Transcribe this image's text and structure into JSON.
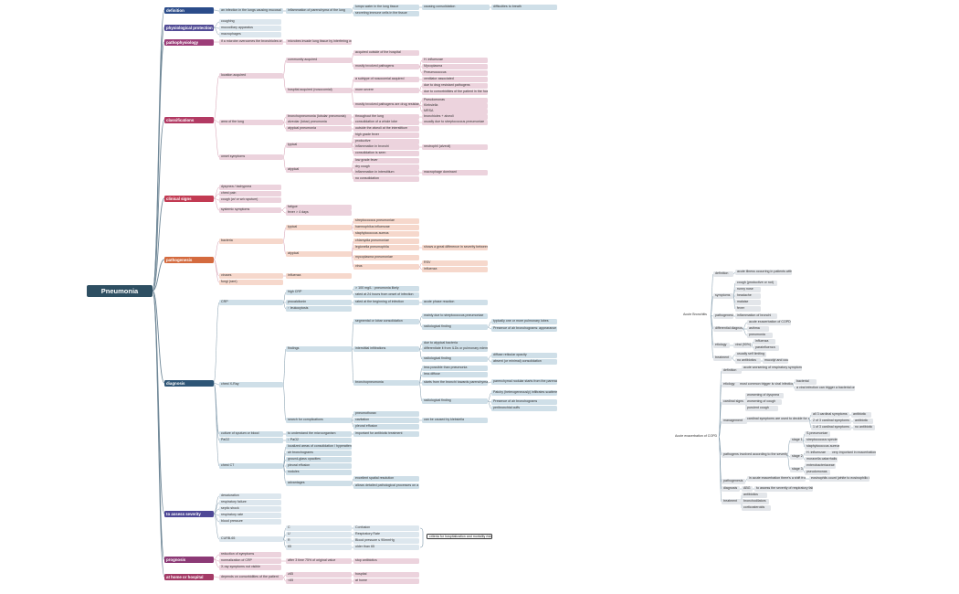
{
  "root": "Pneumonia",
  "colors": {
    "pink": "#ecd3dd",
    "blue": "#cfdfe8",
    "lblue": "#dde7ee",
    "peach": "#f6d8cc",
    "grey": "#e3e6ea",
    "wire": "#7f99ab"
  },
  "sections": {
    "definition": {
      "label": "definition",
      "color": "#2b4c8a"
    },
    "physiological_protection": {
      "label": "physiological protection",
      "color": "#524c96"
    },
    "pathophysiology": {
      "label": "pathophysiology",
      "color": "#9c3d78"
    },
    "classifications": {
      "label": "classifications",
      "color": "#b23a63"
    },
    "clinical_signs": {
      "label": "clinical signs",
      "color": "#c23a52"
    },
    "pathogenesis": {
      "label": "pathogenesis",
      "color": "#d46a3e"
    },
    "diagnosis": {
      "label": "diagnosis",
      "color": "#2e5576"
    },
    "to_assess_severity": {
      "label": "to assess severity",
      "color": "#4e4896"
    },
    "prognosis": {
      "label": "prognosis",
      "color": "#8c3a76"
    },
    "at_home_or_hospital": {
      "label": "at home or hospital",
      "color": "#a43a66"
    }
  },
  "text": {
    "def_a": "an infection in the lungs causing mucosal",
    "def_b": "inflammation of parenchyma of the lung",
    "def_c1": "lumps water in the lung tissue",
    "def_c2": "secreting immune cells in the tissue",
    "def_d": "causing consolidation",
    "def_e": "difficulties to breath",
    "pp1": "coughing",
    "pp2": "mucociliary apparatus",
    "pp3": "macrophages",
    "pat1": "if a microbe overcomes the bronchioles or alveoli",
    "pat2": "microbes invade lung tissue by interfering with protective mechanisms",
    "cls_acq": "location acquired",
    "cls_comm": "community acquired",
    "cls_comm1": "acquired outside of the hospital",
    "cls_comm2": "mostly involved pathogens",
    "cls_comm2a": "H. influenzae",
    "cls_comm2b": "Mycoplasma",
    "cls_comm2c": "Pneumococcus",
    "cls_hosp": "hospital acquired (nosocomial)",
    "cls_hosp1": "a subtype of nosocomial acquired",
    "cls_hosp1a": "ventilator associated",
    "cls_hosp2": "more severe",
    "cls_hosp2a": "due to drug resistant pathogens",
    "cls_hosp2b": "due to comorbidities of the patient in the hospital",
    "cls_hosp3": "mostly involved pathogens are drug resistant",
    "cls_hosp3a": "Pseudomonas",
    "cls_hosp3b": "Klebsiella",
    "cls_hosp3c": "MRSA",
    "cls_area": "area of the lung",
    "cls_bronch": "bronchopneumonia (lobular pneumonia)",
    "cls_bronch1": "throughout the lung",
    "cls_bronch1a": "bronchioles + alveoli",
    "cls_lobar": "alveolar (lobar) pneumonia",
    "cls_lobar1": "consolidation of a whole lobe",
    "cls_lobar1a": "usually due to streptococcus pneumoniae",
    "cls_inter": "atypical pneumonia",
    "cls_inter1": "outside the alveoli at the interstitium",
    "cls_sym": "onset symptoms",
    "cls_typ": "typical",
    "cls_typ1": "high grade fever",
    "cls_typ2": "productive",
    "cls_typ3": "inflammation in bronchi",
    "cls_typ3a": "neutrophil (alveoli)",
    "cls_typ4": "consolidation is seen",
    "cls_atyp": "atypical",
    "cls_atyp1": "low grade fever",
    "cls_atyp2": "dry cough",
    "cls_atyp3": "inflammation in interstitium",
    "cls_atyp3a": "macrophage dominant",
    "cls_atyp4": "no consolidation",
    "cs1": "dyspnea / tachypnea",
    "cs2": "chest pain",
    "cs3": "cough (w/ or w/o sputum)",
    "cs4": "systemic symptoms",
    "cs4a": "fatigue",
    "cs4b": "fever > 4 days",
    "pg_bact": "bacteria",
    "pg_typ": "typical",
    "pg_typ1": "streptococcus pneumoniae",
    "pg_typ2": "haemophilus influenzae",
    "pg_typ3": "staphylococcus aureus",
    "pg_atyp": "atypical",
    "pg_atyp1": "chlamydia pneumoniae",
    "pg_atyp2": "legionella pneumophila",
    "pg_atyp2a": "shows a great difference in severity between community acquired and nosocomial",
    "pg_atyp3": "mycoplasma pneumoniae",
    "pg_atyp4": "virus",
    "pg_atyp4a": "RSV",
    "pg_atyp4b": "influenza",
    "pg_vir": "viruses",
    "pg_vir1": "influenza",
    "pg_fun": "fungi (rare)",
    "dx_crp": "CRP",
    "dx_crp_high": "high CRP",
    "dx_crp_high1": "> 100 mg/L : pneumonia likely",
    "dx_crp_high2": "rated at 24 hours from onset of infection",
    "dx_crp_pct": "procalcitonin",
    "dx_crp_pct1": "rated at the beginning of infection",
    "dx_crp_pct1a": "acute phase reaction",
    "dx_crp_leuk": "↑ leukocytosis",
    "dx_xray": "chest X-Ray",
    "dx_find": "findings",
    "dx_seg": "segmental or lobar consolidation",
    "dx_seg1": "mainly due to streptococcus pneumoniae",
    "dx_seg2": "radiological finding",
    "dx_seg2a": "typically one or more pulmonary lobes",
    "dx_seg2b": "Presence of air bronchograms: appearance of darkened bronchi inside opaque areas of fibrotic consolidation",
    "dx_inter": "interstitial infiltrations",
    "dx_inter1": "due to atypical bacteria",
    "dx_inter2": "differentiate it from ILDs or pulmonary edema",
    "dx_inter3": "radiological finding",
    "dx_inter3a": "diffuse reticular opacity",
    "dx_inter3b": "absent (or minimal) consolidation",
    "dx_bronch": "bronchopneumonia",
    "dx_bronch1": "less possible than pneumonia",
    "dx_bronch2": "less diffuse",
    "dx_bronch3": "starts from the bronchi towards parenchyma",
    "dx_bronch3a": "parenchymal nodular starts from the parenchyma involving the whole lobe",
    "dx_bronch4": "radiological finding",
    "dx_bronch4a": "Patchy (heterogeneously) infiltrates scattered throughout the lungs",
    "dx_bronch4b": "Presence of air bronchograms",
    "dx_bronch4c": "peribronchial cuffs",
    "dx_comp": "search for complications",
    "dx_comp1": "pneumothorax",
    "dx_comp2": "cavitation",
    "dx_comp2a": "can be caused by klebsiella",
    "dx_comp3": "pleural effusion",
    "dx_cult": "culture of sputum or blood",
    "dx_cult1": "to understand the microorganism",
    "dx_cult2": "important for antibiotic treatment",
    "dx_pa": "PaO2",
    "dx_pa1": "↓ PaO2",
    "dx_ct": "chest CT",
    "dx_ct1": "localized areas of consolidation / hyperattenuation",
    "dx_ct2": "air bronchograms",
    "dx_ct3": "ground-glass opacities",
    "dx_ct4": "pleural effusion",
    "dx_ct5": "nodules",
    "dx_ct6": "advantages",
    "dx_ct6a": "excellent spatial resolution",
    "dx_ct6b": "allows detailed pathological processes on a cellular level",
    "sev1": "desaturation",
    "sev2": "respiratory failure",
    "sev3": "septic shock",
    "sev4": "respiratory rate",
    "sev5": "blood pressure",
    "sev_curb": "CURB-65",
    "sev_c": "C",
    "sev_c1": "Confusion",
    "sev_u": "U",
    "sev_u1": "Respiratory Rate",
    "sev_r": "R",
    "sev_r1": "Blood pressure ≤ 90mmHg",
    "sev_b": "65",
    "sev_b1": "older than 65",
    "sev_crit": "criteria for hospitalization and mortality risk",
    "pr1": "reduction of symptoms",
    "pr2": "normalization of CRP",
    "pr2a": "after 3 time 75% of original value",
    "pr2b": "stop antibiotics",
    "pr3": "X-ray symptoms not visible",
    "ah1": "depends on comorbidities of the patient",
    "ah2": "≥65",
    "ah2a": "hospital",
    "ah3": "<65",
    "ah3a": "at home",
    "cb_root": "Acute Bronchitis",
    "cb_def": "definition",
    "cb_def1": "acute illness occurring in patients without previous chronic lung disease",
    "cb_sym": "symptoms",
    "cb_sym1": "cough (productive or not)",
    "cb_sym2": "runny nose",
    "cb_sym3": "headache",
    "cb_sym4": "malaise",
    "cb_sym5": "fever",
    "cb_pat": "pathogenesis",
    "cb_pat1": "inflammation of bronchi",
    "cb_dd": "differential diagnosis",
    "cb_dd1": "acute exacerbation of COPD",
    "cb_dd2": "asthma",
    "cb_dd3": "pneumonia",
    "cb_eti": "etiology",
    "cb_eti1": "viral (90%)",
    "cb_eti1a": "influenza",
    "cb_eti1b": "parainfluenza",
    "cb_tre": "treatment",
    "cb_tre1": "usually self limiting",
    "cb_tre2": "no antibiotics",
    "cb_tre3": "mucolyt and cough",
    "ae_root": "Acute exacerbation of COPD",
    "ae_def": "definition",
    "ae_def1": "acute worsening of respiratory symptoms in a patient with COPD that necessitates additional therapy",
    "ae_eti": "etiology",
    "ae_eti1": "most common trigger is viral infection",
    "ae_eti1a": "bacterial",
    "ae_eti1b": "a viral infection can trigger a bacterial one",
    "ae_card": "cardinal signs",
    "ae_card1": "worsening of dyspnea",
    "ae_card2": "worsening of cough",
    "ae_card3": "purulent cough",
    "ae_man": "management",
    "ae_man1": "cardinal symptoms are used to decide for antibiotic treatment or not",
    "ae_man1a": "all 3 cardinal symptoms",
    "ae_man1a1": "antibiotic",
    "ae_man1b": "2 of 3 cardinal symptoms",
    "ae_man1b1": "antibiotic",
    "ae_man1c": "1 of 3 cardinal symptoms",
    "ae_man1c1": "no antibiotic",
    "ae_path": "pathogens involved according to the severity",
    "ae_st1": "stage 1",
    "ae_st1a": "S.pneumoniae",
    "ae_st1b": "streptococcus species",
    "ae_st1c": "staphylococcus aureus",
    "ae_st2": "stage 2",
    "ae_st2a": "H. influenzae",
    "ae_st2b": "very important in exacerbation",
    "ae_st2c": "moraxella catarrhalis",
    "ae_st3": "stage 3",
    "ae_st3a": "enterobacteriaceae",
    "ae_st3b": "pseudomonas",
    "ae_pg": "pathogenesis",
    "ae_pg1": "in acute exacerbation there's a shift from eosinophilic inflammation to neutrophilic",
    "ae_pg1a": "eosinophils count (white to eosinophilic inflammation)",
    "ae_dx": "diagnosis",
    "ae_dx1": "ABG",
    "ae_dx1a": "to assess the severity of respiratory failure",
    "ae_tr": "treatment",
    "ae_tr1": "antibiotics",
    "ae_tr2": "bronchodilators",
    "ae_tr3": "corticosteroids"
  }
}
